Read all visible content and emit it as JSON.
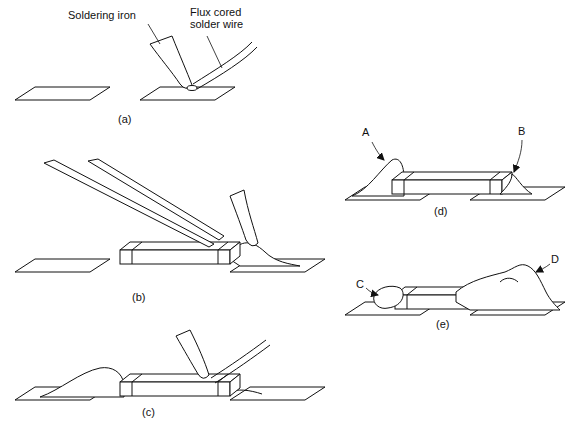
{
  "diagram": {
    "labels": [
      "Soldering iron",
      "Flux cored solder wire",
      "(a)",
      "(b)",
      "(c)",
      "(d)",
      "(e)",
      "A",
      "B",
      "C",
      "D"
    ]
  }
}
